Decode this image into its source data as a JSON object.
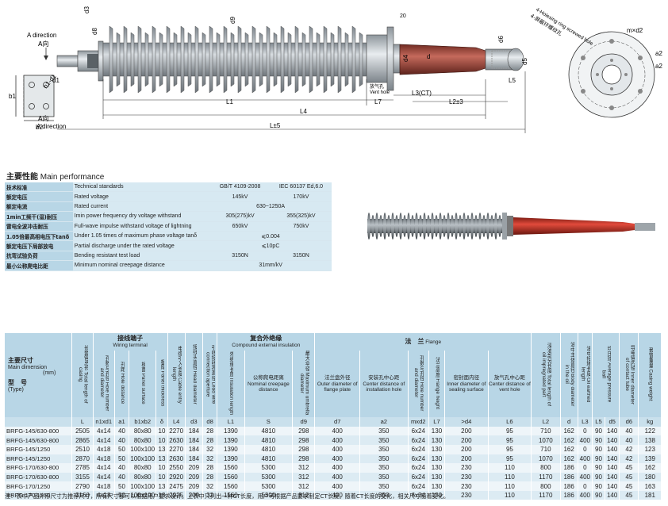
{
  "drawing": {
    "labels": {
      "a_direction_top": "A direction",
      "a_dir_cn_top": "A向",
      "a_direction_bottom": "A direction",
      "a_dir_cn_bottom": "A向",
      "d1": "d1",
      "n1_d1": "n1-d1",
      "b1": "b1",
      "b2": "b2",
      "d3": "d3",
      "d8": "d8",
      "d9": "d9",
      "d4": "d4",
      "d": "d",
      "d6": "d6",
      "d5": "d5",
      "L5": "L5",
      "val_20": "20",
      "L1": "L1",
      "L7": "L7",
      "L3": "L3(CT)",
      "L2": "L2±3",
      "L4": "L4",
      "L": "L±5",
      "vent_cn": "放气孔",
      "vent_en": "Vent hole",
      "flange_hole_en": "4-Holesing ring screwed hole",
      "flange_hole_cn": "4-屏蔽环螺纹孔",
      "m_d2": "m×d2",
      "a2": "a2",
      "a2b": "a2"
    }
  },
  "performance": {
    "title_cn": "主要性能",
    "title_en": "Main performance",
    "rows": [
      {
        "cn": "技术标准",
        "en": "Technical standards",
        "v1": "GB/T  4109-2008",
        "v2": "IEC 60137 Ed,6.0"
      },
      {
        "cn": "额定电压",
        "en": "Rated voltage",
        "v1": "145kV",
        "v2": "170kV"
      },
      {
        "cn": "额定电流",
        "en": "Rated current",
        "span": "630~1250A"
      },
      {
        "cn": "1min工频干(湿)耐压",
        "en": "Imin power frequency dry voltage withstand",
        "v1": "305(275)kV",
        "v2": "355(325)kV"
      },
      {
        "cn": "雷电全波冲击耐压",
        "en": "Full-wave impulse withstand voltage of lightning",
        "v1": "650kV",
        "v2": "750kV"
      },
      {
        "cn": "1.05倍最高相电压下tanδ",
        "en": "Under 1.05 times of maximum phase voltage tanδ",
        "span": "⩽0.004"
      },
      {
        "cn": "额定电压下局部放电",
        "en": "Partial discharge under the rated voltage",
        "span": "⩽10pC"
      },
      {
        "cn": "抗弯试验负荷",
        "en": "Bending resistant test load",
        "v1": "3150N",
        "v2": "3150N"
      },
      {
        "cn": "最小公称爬电比距",
        "en": "Minimum nominal creepage distance",
        "span": "31mm/kV"
      }
    ]
  },
  "dimensions": {
    "headers": {
      "main_cn": "主要尺寸",
      "main_en": "Main dimension",
      "unit": "(mm)",
      "type_cn": "型　号",
      "type_en": "(Type)",
      "L": "长套管总长 Total length of casing",
      "wiring_cn": "接线端子",
      "wiring_en": "Wiring terminal",
      "n1d1": "孔数与孔径 Hole number and diameter",
      "a1": "孔距 Hole distance",
      "b1b2": "板面 Panel surface",
      "delta": "板厚 Panel thickness",
      "L4": "电缆引入长度 Cable entry length",
      "d3": "接线头直径 Head diameter",
      "d8": "引线接线孔直径 Lead wire connection aperture",
      "ext_cn": "复合外绝缘",
      "ext_en": "Compound external insulation",
      "L1": "外绝缘长度 Insulation length",
      "S": "公称爬电距离 Nominal creepage distance",
      "d9": "最大伞径 Maximum umbrella diameter",
      "flange_cn": "法　兰",
      "flange_en": "Flange",
      "d7_cn": "法兰盘外径",
      "d7_en": "Outer diameter of flange plate",
      "a2_cn": "安装孔中心距",
      "a2_en": "Center distance of installation hole",
      "mxd2": "孔数与孔径 Hole number and diameter",
      "L7": "法兰高度 Flange height",
      "d4_cn": "密封面内径",
      "d4_en": "Inner diameter of sealing surface",
      "L6_cn": "放气孔中心距",
      "L6_en": "Center distance of vent hole",
      "L2": "浸油部分长度 Total length of oil impregnated part",
      "dd": "油中主体直径 Body diameter in the oil",
      "L3": "油中接地长度 Oil earthed length",
      "L5": "均压球 Average pressure ball",
      "d6": "导电管内径 Inner diameter of contact tube",
      "kg": "套管重量 Casing weight"
    },
    "symbols": [
      "L",
      "n1xd1",
      "a1",
      "b1xb2",
      "δ",
      "L4",
      "d3",
      "d8",
      "L1",
      "S",
      "d9",
      "d7",
      "a2",
      "mxd2",
      "L7",
      ">d4",
      "L6",
      "L2",
      "d",
      "L3",
      "L5",
      "d5",
      "d6",
      "kg"
    ],
    "rows": [
      [
        "BRFG-145/630-800",
        "2505",
        "4x14",
        "40",
        "80x80",
        "10",
        "2270",
        "184",
        "28",
        "1390",
        "4810",
        "298",
        "400",
        "350",
        "6x24",
        "130",
        "200",
        "95",
        "710",
        "162",
        "0",
        "90",
        "140",
        "40",
        "122"
      ],
      [
        "BRFG-145/630-800",
        "2865",
        "4x14",
        "40",
        "80x80",
        "10",
        "2630",
        "184",
        "28",
        "1390",
        "4810",
        "298",
        "400",
        "350",
        "6x24",
        "130",
        "200",
        "95",
        "1070",
        "162",
        "400",
        "90",
        "140",
        "40",
        "138"
      ],
      [
        "BRFG-145/1250",
        "2510",
        "4x18",
        "50",
        "100x100",
        "13",
        "2270",
        "184",
        "32",
        "1390",
        "4810",
        "298",
        "400",
        "350",
        "6x24",
        "130",
        "200",
        "95",
        "710",
        "162",
        "0",
        "90",
        "140",
        "42",
        "123"
      ],
      [
        "BRFG-145/1250",
        "2870",
        "4x18",
        "50",
        "100x100",
        "13",
        "2630",
        "184",
        "32",
        "1390",
        "4810",
        "298",
        "400",
        "350",
        "6x24",
        "130",
        "200",
        "95",
        "1070",
        "162",
        "400",
        "90",
        "140",
        "42",
        "139"
      ],
      [
        "BRFG-170/630-800",
        "2785",
        "4x14",
        "40",
        "80x80",
        "10",
        "2550",
        "209",
        "28",
        "1560",
        "5300",
        "312",
        "400",
        "350",
        "6x24",
        "130",
        "230",
        "110",
        "800",
        "186",
        "0",
        "90",
        "140",
        "45",
        "162"
      ],
      [
        "BRFG-170/630-800",
        "3155",
        "4x14",
        "40",
        "80x80",
        "10",
        "2920",
        "209",
        "28",
        "1560",
        "5300",
        "312",
        "400",
        "350",
        "6x24",
        "130",
        "230",
        "110",
        "1170",
        "186",
        "400",
        "90",
        "140",
        "45",
        "180"
      ],
      [
        "BRFG-170/1250",
        "2790",
        "4x18",
        "50",
        "100x100",
        "13",
        "2475",
        "209",
        "32",
        "1560",
        "5300",
        "312",
        "400",
        "350",
        "6x24",
        "130",
        "230",
        "110",
        "800",
        "186",
        "0",
        "90",
        "140",
        "45",
        "163"
      ],
      [
        "BRFG-170/1250",
        "3160",
        "4x18",
        "50",
        "100x100",
        "13",
        "2925",
        "209",
        "32",
        "1560",
        "5300",
        "312",
        "400",
        "350",
        "6x24",
        "130",
        "230",
        "110",
        "1170",
        "186",
        "400",
        "90",
        "140",
        "45",
        "181"
      ]
    ],
    "note": "注：表中产品外形尺寸为推荐尺寸，所有尺寸都可以根据用户要求设计。上表中只列出一种CT长度，用户可根据产品要求制定CT长度。随着CT长度的变化，相关尺寸随着变化。"
  },
  "colors": {
    "insulator_gray": "#a7aeb5",
    "shank_red": "#b0453a",
    "table_blue": "#b8d6e6",
    "table_light": "#dcebf3"
  }
}
